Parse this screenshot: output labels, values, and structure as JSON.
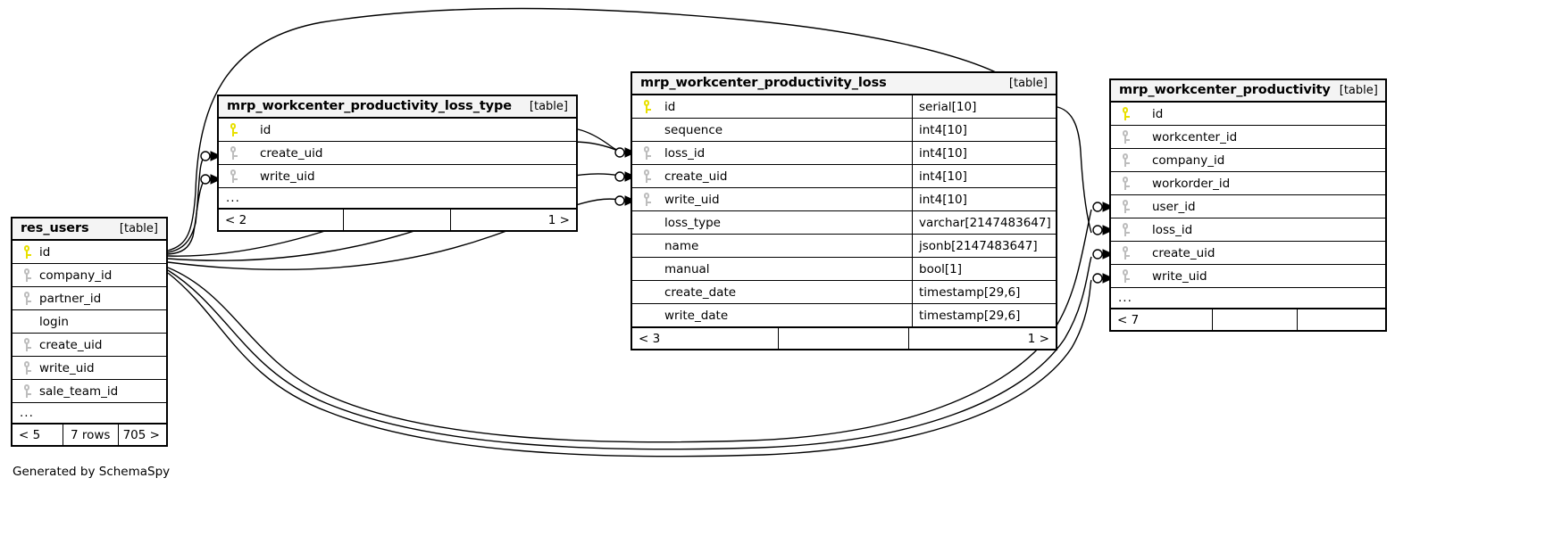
{
  "diagram": {
    "credit": "Generated by SchemaSpy",
    "table_tag": "[table]",
    "ellipsis": "..."
  },
  "tables": [
    {
      "id": "res_users",
      "name": "res_users",
      "tag": "[table]",
      "columns": [
        {
          "name": "id",
          "key": "pk"
        },
        {
          "name": "company_id",
          "key": "fk"
        },
        {
          "name": "partner_id",
          "key": "fk"
        },
        {
          "name": "login",
          "key": "none"
        },
        {
          "name": "create_uid",
          "key": "fk"
        },
        {
          "name": "write_uid",
          "key": "fk"
        },
        {
          "name": "sale_team_id",
          "key": "fk"
        }
      ],
      "has_ellipsis": true,
      "footer": [
        {
          "text": "< 5",
          "align": "left"
        },
        {
          "text": "7 rows",
          "align": "center"
        },
        {
          "text": "705 >",
          "align": "right"
        }
      ]
    },
    {
      "id": "mrp_workcenter_productivity_loss_type",
      "name": "mrp_workcenter_productivity_loss_type",
      "tag": "[table]",
      "columns": [
        {
          "name": "id",
          "key": "pk"
        },
        {
          "name": "create_uid",
          "key": "fk"
        },
        {
          "name": "write_uid",
          "key": "fk"
        }
      ],
      "has_ellipsis": true,
      "footer": [
        {
          "text": "< 2",
          "align": "left"
        },
        {
          "text": "",
          "align": "center"
        },
        {
          "text": "1 >",
          "align": "right"
        }
      ]
    },
    {
      "id": "mrp_workcenter_productivity_loss",
      "name": "mrp_workcenter_productivity_loss",
      "tag": "[table]",
      "columns": [
        {
          "name": "id",
          "key": "pk",
          "type": "serial[10]"
        },
        {
          "name": "sequence",
          "key": "none",
          "type": "int4[10]"
        },
        {
          "name": "loss_id",
          "key": "fk",
          "type": "int4[10]"
        },
        {
          "name": "create_uid",
          "key": "fk",
          "type": "int4[10]"
        },
        {
          "name": "write_uid",
          "key": "fk",
          "type": "int4[10]"
        },
        {
          "name": "loss_type",
          "key": "none",
          "type": "varchar[2147483647]"
        },
        {
          "name": "name",
          "key": "none",
          "type": "jsonb[2147483647]"
        },
        {
          "name": "manual",
          "key": "none",
          "type": "bool[1]"
        },
        {
          "name": "create_date",
          "key": "none",
          "type": "timestamp[29,6]"
        },
        {
          "name": "write_date",
          "key": "none",
          "type": "timestamp[29,6]"
        }
      ],
      "has_ellipsis": false,
      "footer": [
        {
          "text": "< 3",
          "align": "left"
        },
        {
          "text": "",
          "align": "center"
        },
        {
          "text": "1 >",
          "align": "right"
        }
      ]
    },
    {
      "id": "mrp_workcenter_productivity",
      "name": "mrp_workcenter_productivity",
      "tag": "[table]",
      "columns": [
        {
          "name": "id",
          "key": "pk"
        },
        {
          "name": "workcenter_id",
          "key": "fk"
        },
        {
          "name": "company_id",
          "key": "fk"
        },
        {
          "name": "workorder_id",
          "key": "fk"
        },
        {
          "name": "user_id",
          "key": "fk"
        },
        {
          "name": "loss_id",
          "key": "fk"
        },
        {
          "name": "create_uid",
          "key": "fk"
        },
        {
          "name": "write_uid",
          "key": "fk"
        }
      ],
      "has_ellipsis": true,
      "footer": [
        {
          "text": "< 7",
          "align": "left"
        },
        {
          "text": "",
          "align": "center"
        },
        {
          "text": "",
          "align": "right"
        }
      ]
    }
  ],
  "icons": {
    "primary_key": "key-icon-yellow",
    "foreign_key": "key-icon-gray"
  },
  "colors": {
    "primary_key": "#e8e000",
    "foreign_key": "#bdbdbd",
    "border": "#000000",
    "header_bg": "#f4f4f4",
    "background": "#ffffff"
  }
}
